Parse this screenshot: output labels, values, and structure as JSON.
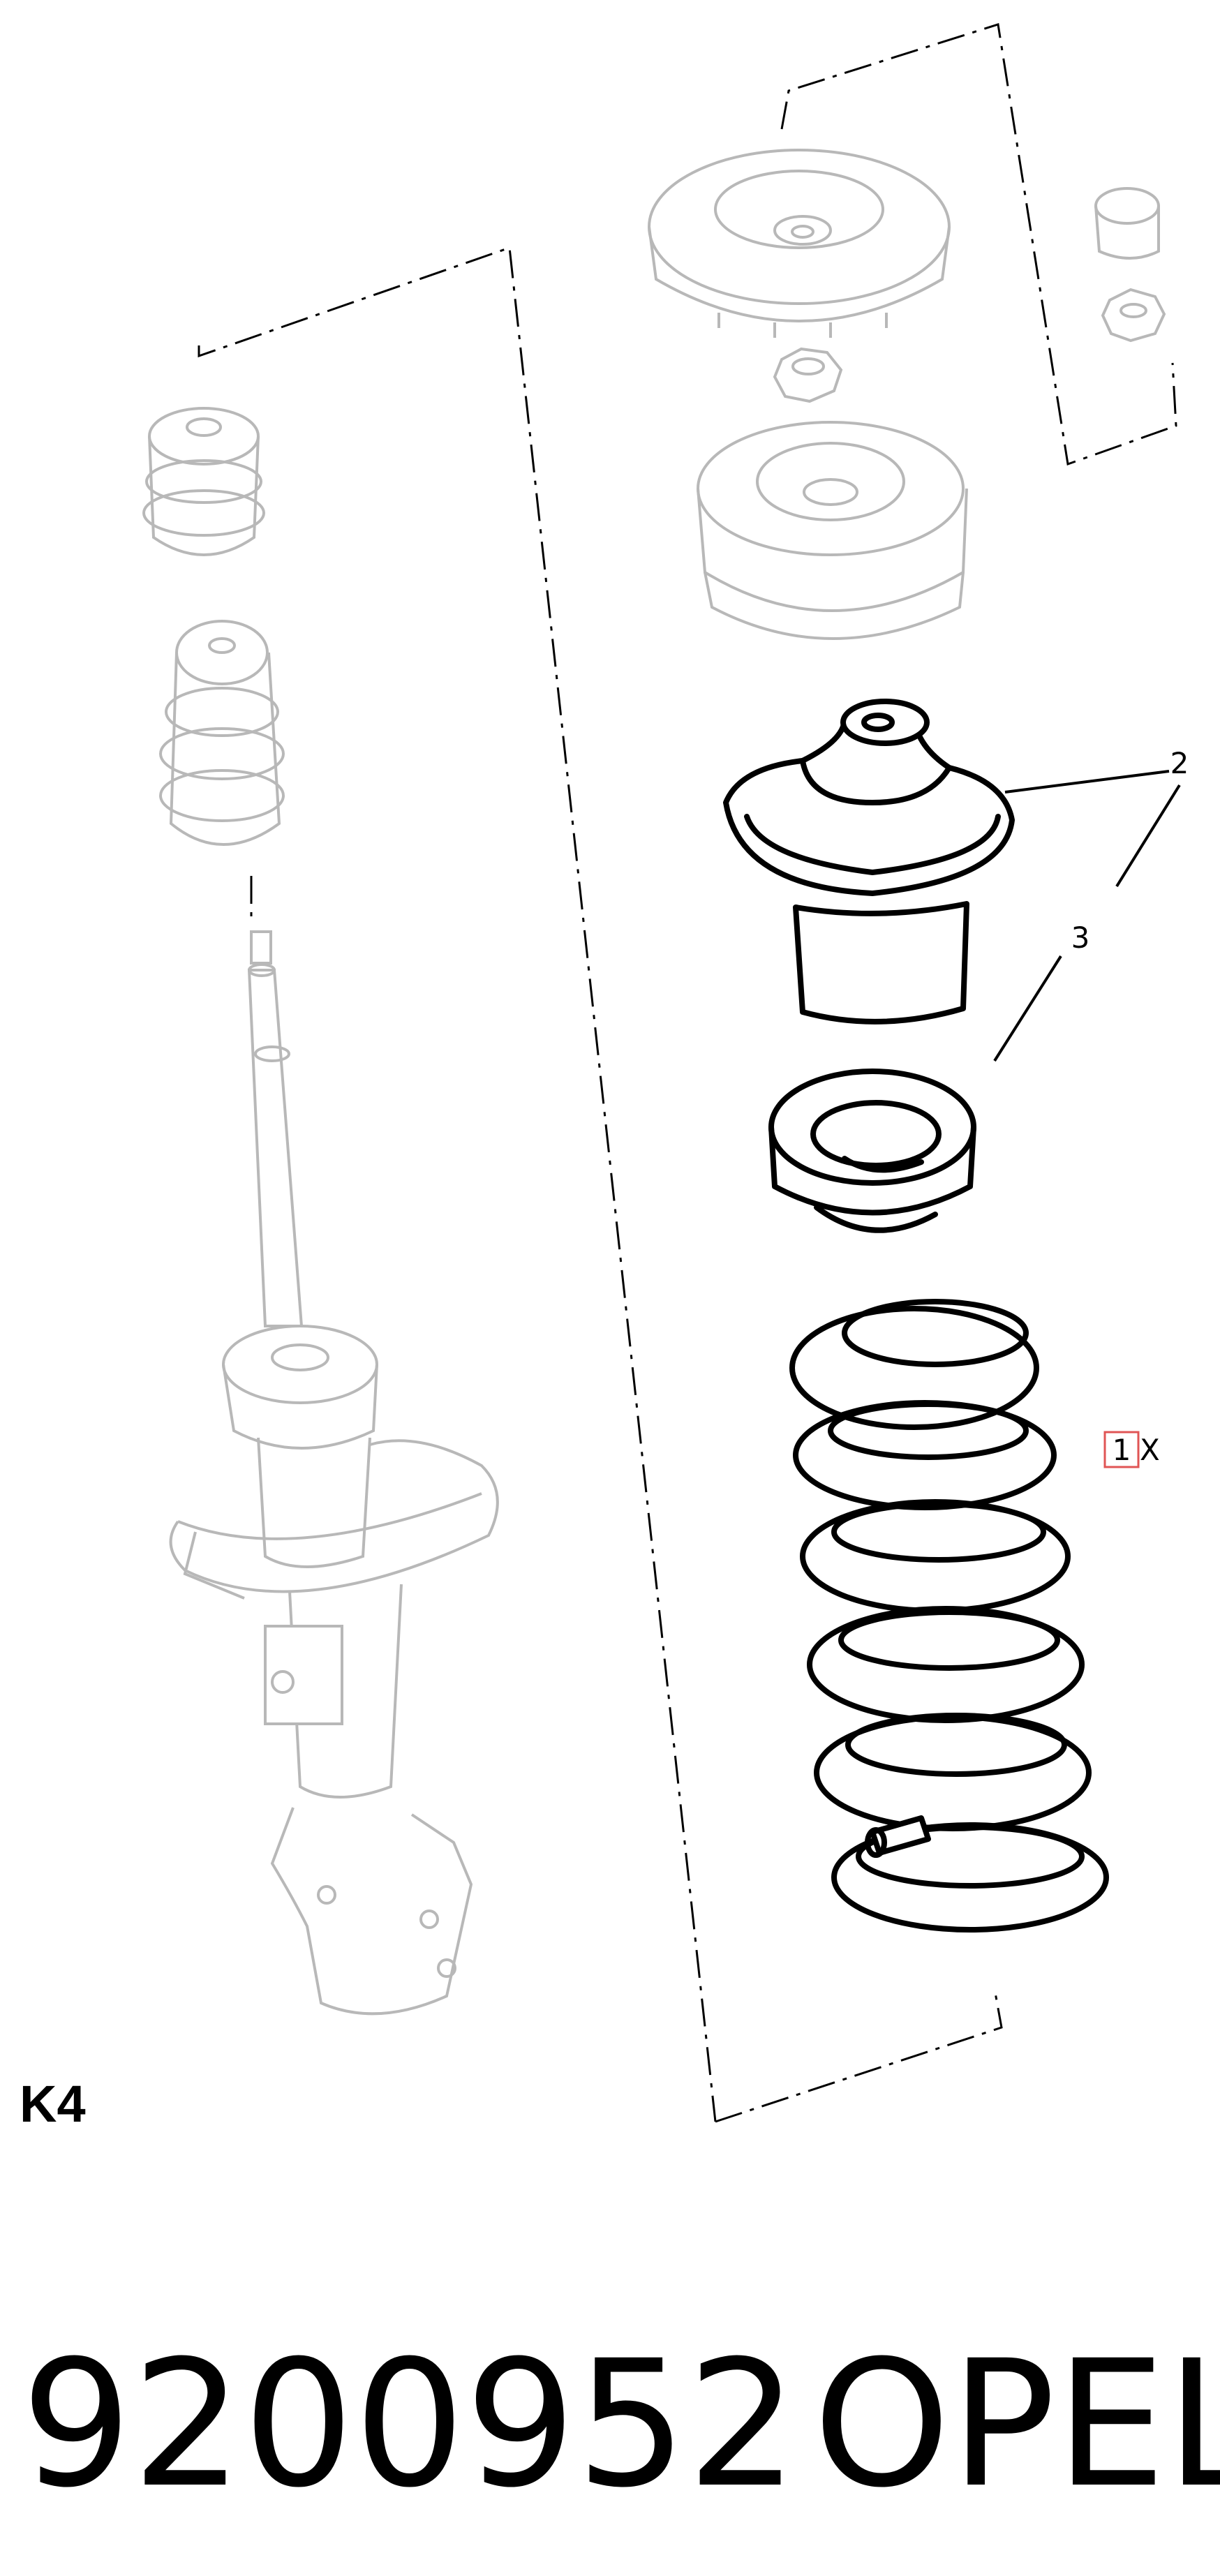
{
  "diagram": {
    "callouts": [
      {
        "id": "2",
        "label": "2"
      },
      {
        "id": "3",
        "label": "3"
      },
      {
        "id": "1",
        "label": "1",
        "suffix": "X",
        "highlight_color": "#e05555"
      }
    ],
    "section_code": "K4",
    "part_number": "9200952",
    "brand": "OPEL"
  }
}
